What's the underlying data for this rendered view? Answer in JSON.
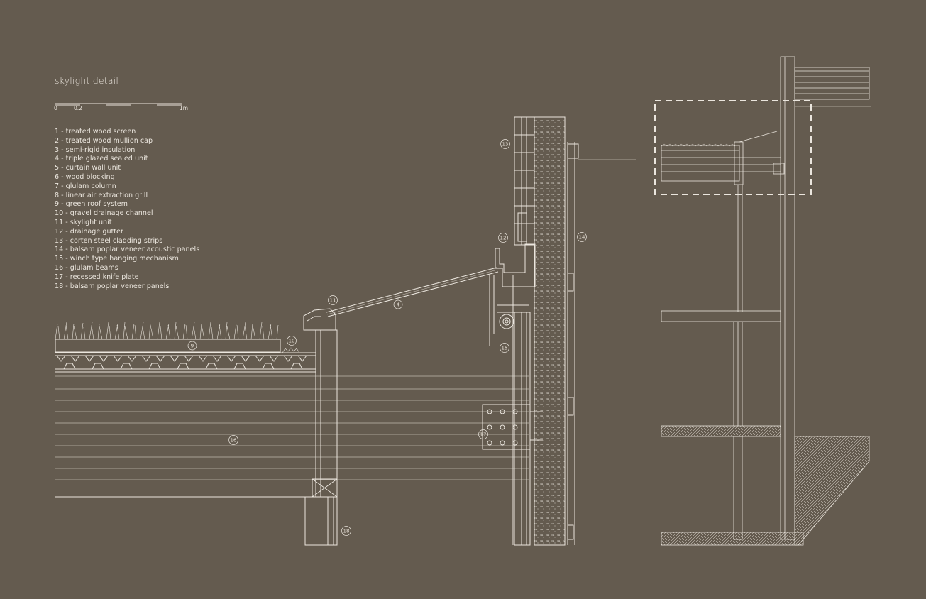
{
  "title": "skylight detail",
  "scale": {
    "labels": [
      "0",
      "0.2",
      "1m"
    ]
  },
  "legend": [
    {
      "number": "1",
      "text": "1 - treated wood screen"
    },
    {
      "number": "2",
      "text": "2 - treated wood mullion cap"
    },
    {
      "number": "3",
      "text": "3 - semi-rigid insulation"
    },
    {
      "number": "4",
      "text": "4 - triple glazed sealed unit"
    },
    {
      "number": "5",
      "text": "5 - curtain wall unit"
    },
    {
      "number": "6",
      "text": "6 - wood blocking"
    },
    {
      "number": "7",
      "text": "7 - glulam column"
    },
    {
      "number": "8",
      "text": "8 - linear air extraction grill"
    },
    {
      "number": "9",
      "text": "9 - green roof system"
    },
    {
      "number": "10",
      "text": "10 - gravel drainage channel"
    },
    {
      "number": "11",
      "text": "11 - skylight unit"
    },
    {
      "number": "12",
      "text": "12 - drainage gutter"
    },
    {
      "number": "13",
      "text": "13 - corten steel cladding strips"
    },
    {
      "number": "14",
      "text": "14 - balsam poplar veneer acoustic panels"
    },
    {
      "number": "15",
      "text": "15 - winch type hanging mechanism"
    },
    {
      "number": "16",
      "text": "16 - glulam beams"
    },
    {
      "number": "17",
      "text": "17 - recessed knife plate"
    },
    {
      "number": "18",
      "text": "18 - balsam poplar veneer panels"
    }
  ],
  "tags": {
    "t13": "13",
    "t12": "12",
    "t14": "14",
    "t11": "11",
    "t4": "4",
    "t10": "10",
    "t9": "9",
    "t15": "15",
    "t16": "16",
    "t17": "17",
    "t18": "18"
  },
  "colors": {
    "background": "#645b4f",
    "line": "#ebe6de"
  }
}
